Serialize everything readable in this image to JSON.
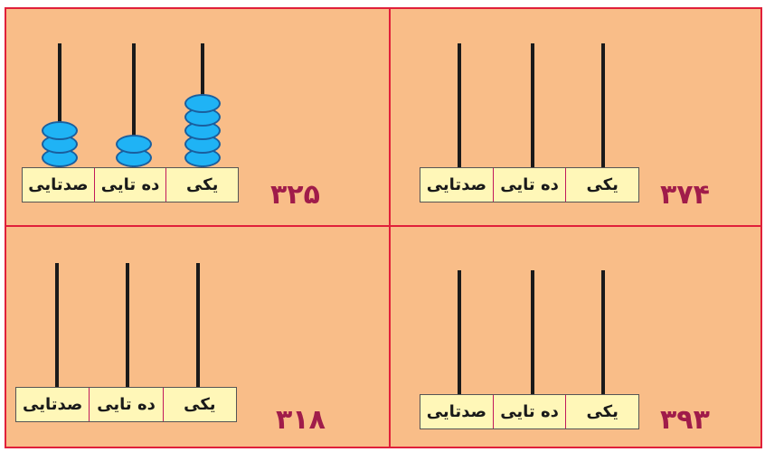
{
  "place_labels": {
    "hundreds": "صدتایی",
    "tens": "ده تایی",
    "ones": "یکی"
  },
  "panels": {
    "top_left": {
      "number": "۳۲۵",
      "beads": {
        "hundreds": 3,
        "tens": 2,
        "ones": 5
      }
    },
    "top_right": {
      "number": "۳۷۴",
      "beads": {
        "hundreds": 0,
        "tens": 0,
        "ones": 0
      }
    },
    "bottom_left": {
      "number": "۳۱۸",
      "beads": {
        "hundreds": 0,
        "tens": 0,
        "ones": 0
      }
    },
    "bottom_right": {
      "number": "۳۹۳",
      "beads": {
        "hundreds": 0,
        "tens": 0,
        "ones": 0
      }
    }
  },
  "colors": {
    "panel_background": "#f9bd88",
    "border": "#e0203a",
    "bead": "#1fb3f5",
    "label_background": "#fff7b8",
    "number_text": "#a01c4a"
  }
}
